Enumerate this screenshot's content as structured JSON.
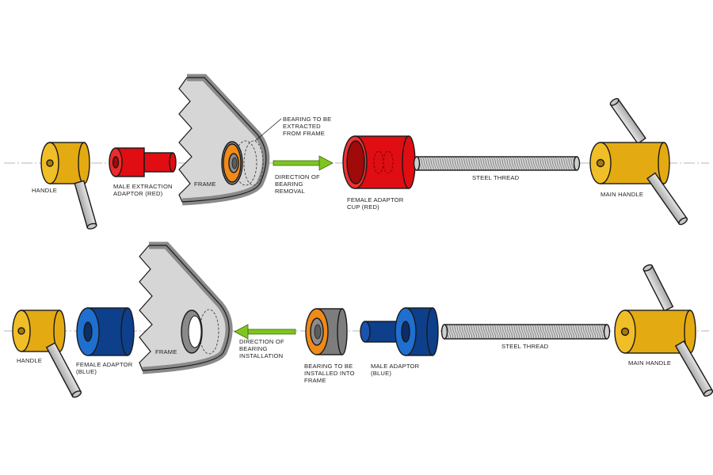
{
  "colors": {
    "yellow": "#e3aa12",
    "red": "#e00d12",
    "blue": "#0d3f8a",
    "orange": "#f08a18",
    "frame_gray": "#d6d6d6",
    "rod_gray": "#cfcfcf",
    "arrow_green": "#7ec51f"
  },
  "removal": {
    "handle": "HANDLE",
    "male_adaptor": [
      "MALE EXTRACTION",
      "ADAPTOR (RED)"
    ],
    "frame": "FRAME",
    "bearing": [
      "BEARING TO BE",
      "EXTRACTED",
      "FROM FRAME"
    ],
    "direction": [
      "DIRECTION OF",
      "BEARING",
      "REMOVAL"
    ],
    "female_cup": [
      "FEMALE ADAPTOR",
      "CUP (RED)"
    ],
    "thread": "STEEL THREAD",
    "main_handle": "MAIN HANDLE"
  },
  "installation": {
    "handle": "HANDLE",
    "female_adaptor": [
      "FEMALE ADAPTOR",
      "(BLUE)"
    ],
    "frame": "FRAME",
    "direction": [
      "DIRECTION OF",
      "BEARING",
      "INSTALLATION"
    ],
    "bearing": [
      "BEARING TO BE",
      "INSTALLED INTO",
      "FRAME"
    ],
    "male_adaptor": [
      "MALE ADAPTOR",
      "(BLUE)"
    ],
    "thread": "STEEL THREAD",
    "main_handle": "MAIN HANDLE"
  }
}
